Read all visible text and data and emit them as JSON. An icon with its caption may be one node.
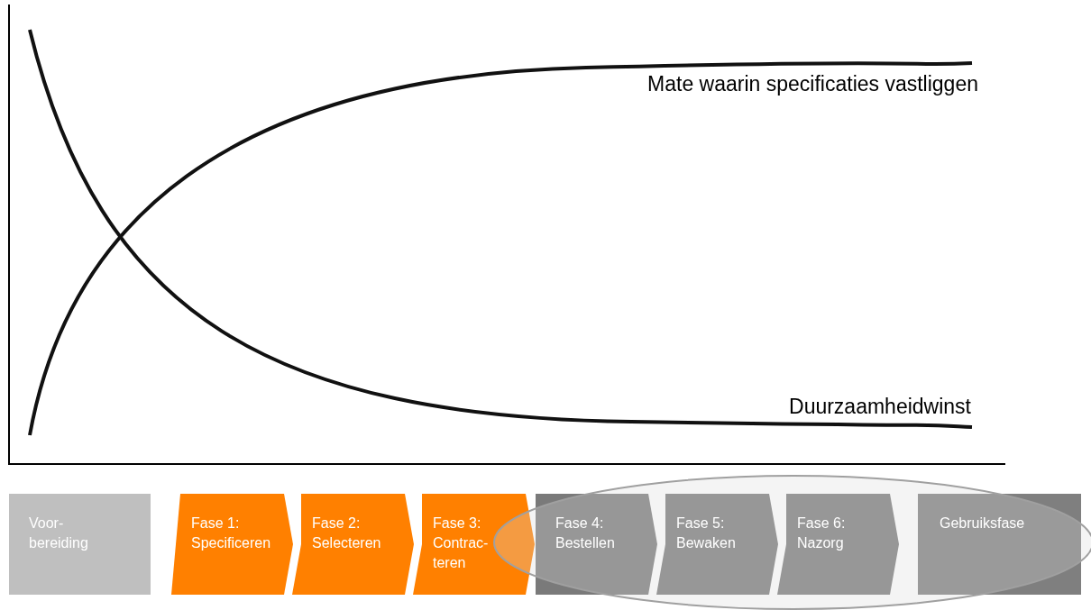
{
  "diagram": {
    "nodes": [
      {
        "text": [
          "Voor- bereiding"
        ]
      },
      {
        "text": [
          "Fase 1: Specificeren"
        ]
      },
      {
        "text": [
          "Fase 2: Selecteren"
        ]
      },
      {
        "text": [
          "Fase 3: Contrac- teren"
        ]
      },
      {
        "text": [
          "Fase 4: Bestellen"
        ]
      },
      {
        "text": [
          "Fase 5: Bewaken"
        ]
      },
      {
        "text": [
          "Fase 6: Nazorg"
        ]
      },
      {
        "text": [
          "Gebruiksfase"
        ]
      }
    ],
    "edges": [],
    "labels": [
      "Mate waarin specificaties vastliggen",
      "Duurzaamheidwinst"
    ]
  }
}
